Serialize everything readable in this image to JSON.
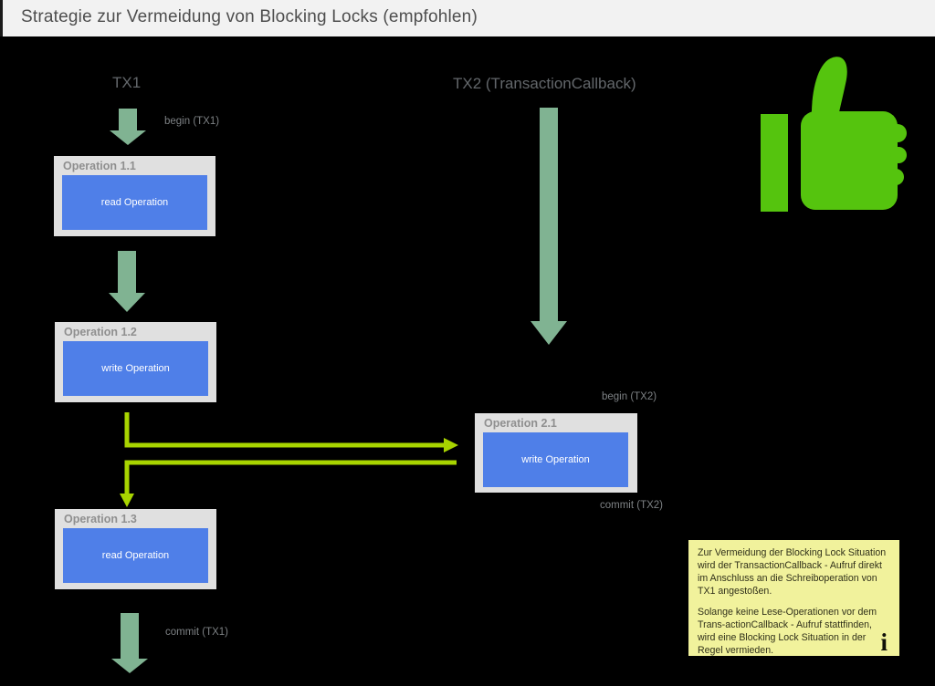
{
  "header": {
    "title": "Strategie zur Vermeidung von Blocking Locks (empfohlen)"
  },
  "tx1": {
    "title": "TX1",
    "begin_label": "begin (TX1)",
    "commit_label": "commit (TX1)",
    "operations": [
      {
        "name": "Operation 1.1",
        "action": "read Operation"
      },
      {
        "name": "Operation 1.2",
        "action": "write Operation"
      },
      {
        "name": "Operation 1.3",
        "action": "read Operation"
      }
    ]
  },
  "tx2": {
    "title": "TX2 (TransactionCallback)",
    "begin_label": "begin (TX2)",
    "commit_label": "commit (TX2)",
    "operations": [
      {
        "name": "Operation 2.1",
        "action": "write Operation"
      }
    ]
  },
  "note": {
    "paragraph1": "Zur Vermeidung der Blocking Lock Situation wird der TransactionCallback - Aufruf direkt im Anschluss an die Schreiboperation von TX1 angestoßen.",
    "paragraph2": "Solange keine Lese-Operationen vor dem Trans-actionCallback - Aufruf stattfinden, wird eine Blocking Lock Situation in der Regel vermieden.",
    "info_glyph": "i"
  },
  "colors": {
    "background": "#000000",
    "header_bg": "#f2f2f2",
    "sage_arrow": "#80b392",
    "chartreuse_arrow": "#a8d400",
    "operation_blue": "#4f7fe8",
    "box_gray": "#e0e0e0",
    "thumb_green": "#55c40e",
    "note_yellow": "#f1f29c"
  }
}
